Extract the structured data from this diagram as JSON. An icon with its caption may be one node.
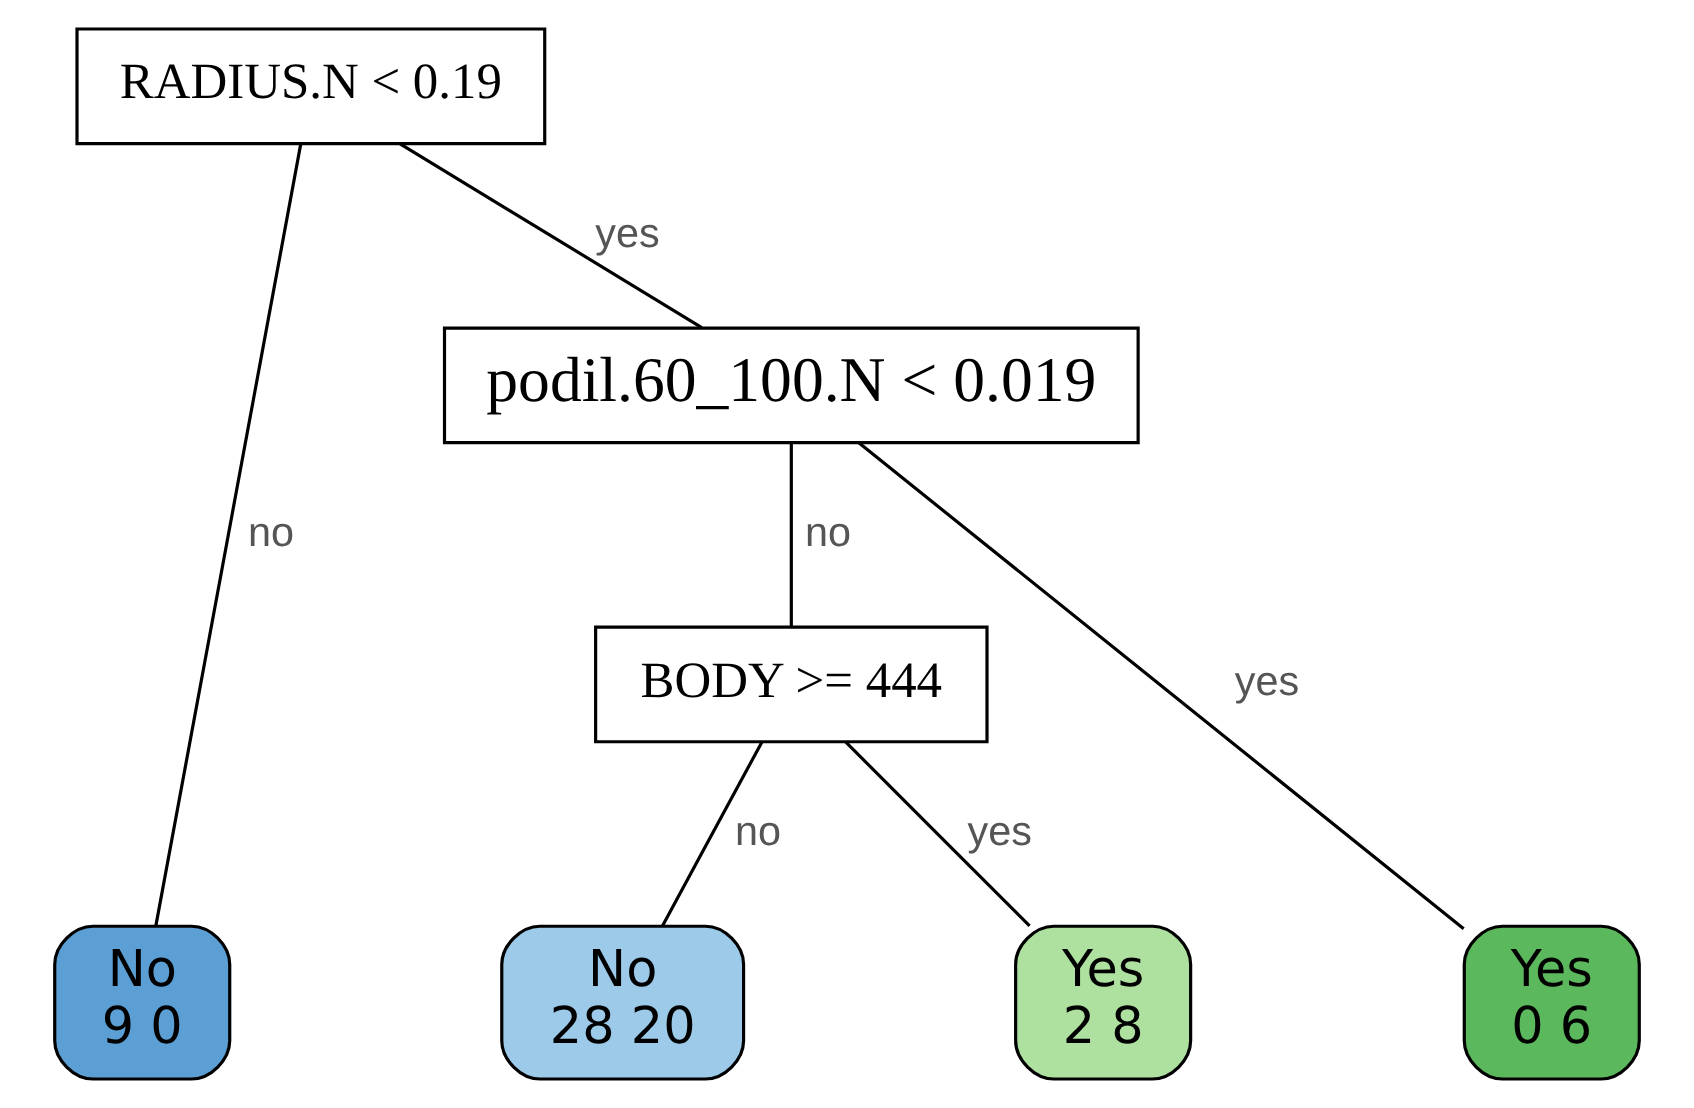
{
  "diagram": {
    "nodes": [
      {
        "text": [
          "RADIUS.N < 0.19"
        ]
      },
      {
        "text": [
          "podil.60_100.N < 0.019"
        ]
      },
      {
        "text": [
          "BODY >= 444"
        ]
      },
      {
        "text": [
          "No",
          "9 0"
        ]
      },
      {
        "text": [
          "No",
          "28 20"
        ]
      },
      {
        "text": [
          "Yes",
          "2 8"
        ]
      },
      {
        "text": [
          "Yes",
          "0 6"
        ]
      }
    ],
    "edges": [
      {
        "from": 0,
        "to": 3,
        "arrow": "none",
        "label": "no"
      },
      {
        "from": 0,
        "to": 1,
        "arrow": "none",
        "label": "yes"
      },
      {
        "from": 1,
        "to": 2,
        "arrow": "none",
        "label": "no"
      },
      {
        "from": 1,
        "to": 6,
        "arrow": "none",
        "label": "yes"
      },
      {
        "from": 2,
        "to": 4,
        "arrow": "none",
        "label": "no"
      },
      {
        "from": 2,
        "to": 5,
        "arrow": "none",
        "label": "yes"
      }
    ]
  }
}
